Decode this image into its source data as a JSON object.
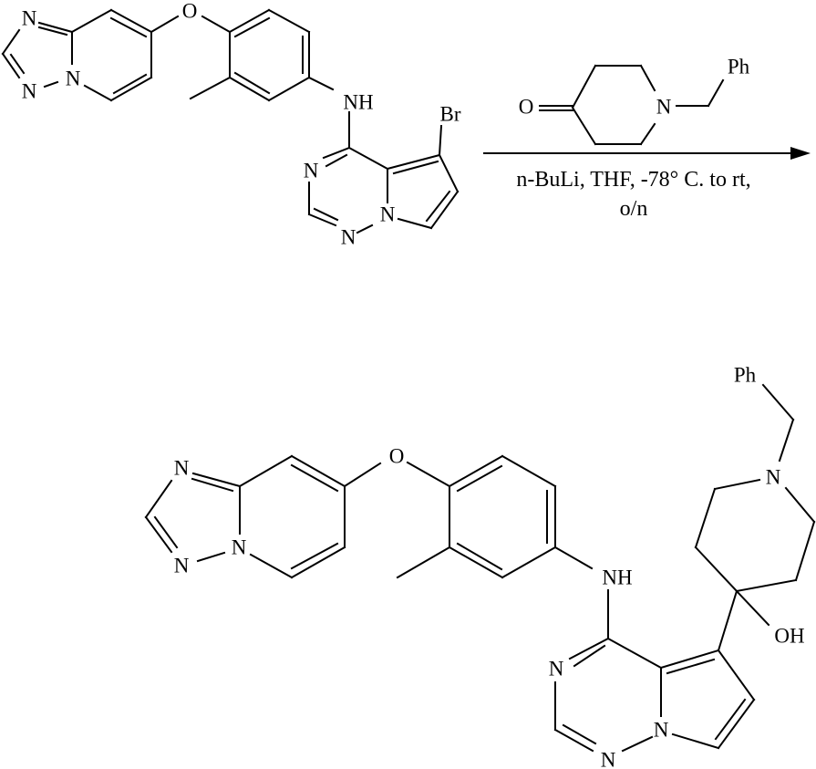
{
  "reactant": {
    "labels": {
      "n_triazole_top": "N",
      "n_triazole_bottom": "N",
      "n_bridge": "N",
      "o_ether": "O",
      "nh": "NH",
      "n3": "N",
      "n1": "N",
      "n_bridge2": "N",
      "br": "Br"
    }
  },
  "reagent": {
    "labels": {
      "o": "O",
      "n": "N",
      "ph": "Ph"
    },
    "conditions_line1": "n-BuLi, THF, -78° C. to rt,",
    "conditions_line2": "o/n"
  },
  "product": {
    "labels": {
      "n_triazole_top": "N",
      "n_triazole_bottom": "N",
      "n_bridge": "N",
      "o_ether": "O",
      "nh": "NH",
      "n3": "N",
      "n1": "N",
      "n_bridge2": "N",
      "n_piperidine": "N",
      "ph": "Ph",
      "oh": "OH"
    }
  }
}
